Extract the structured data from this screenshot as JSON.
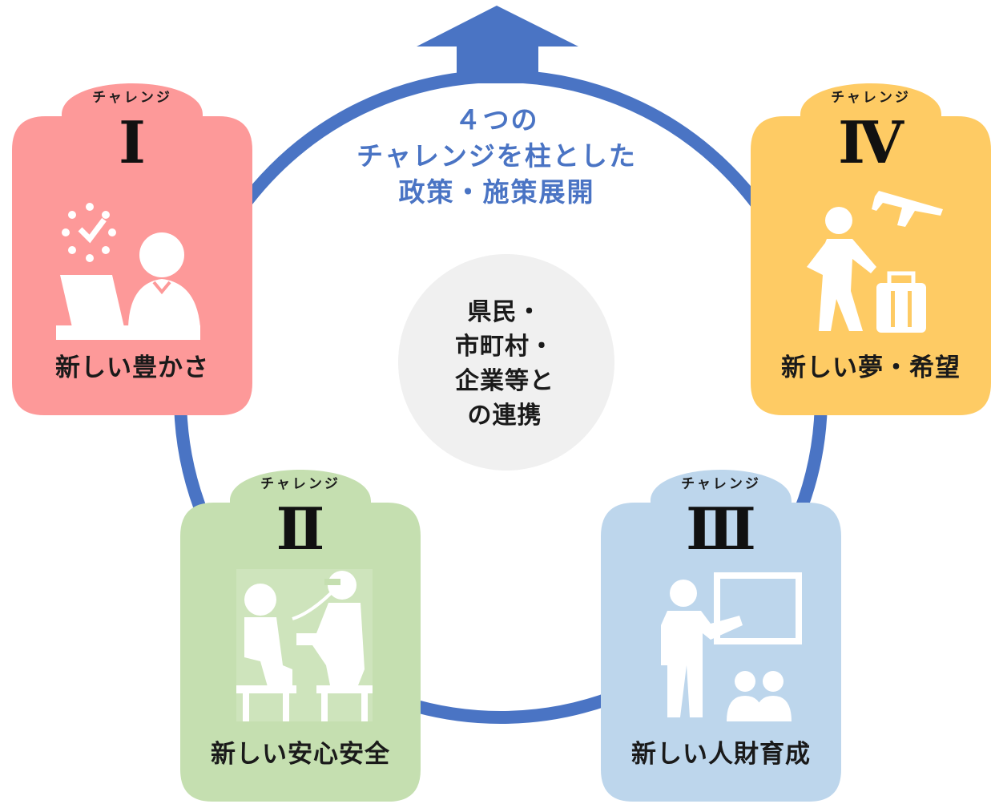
{
  "headline": "４つの\nチャレンジを柱とした\n政策・施策展開",
  "center": "県民・\n市町村・\n企業等と\nの連携",
  "colors": {
    "ring": "#4a74c4",
    "center_circle": "#f0f0f0",
    "card_1": "#fd9999",
    "card_2": "#c5dfb0",
    "card_3": "#bdd6ec",
    "card_4": "#fecb64"
  },
  "cards": [
    {
      "challenge": "チャレンジ",
      "numeral": "Ⅰ",
      "label": "新しい豊かさ",
      "icon": "desk-worker-clock-icon"
    },
    {
      "challenge": "チャレンジ",
      "numeral": "Ⅱ",
      "label": "新しい安心安全",
      "icon": "doctor-patient-icon"
    },
    {
      "challenge": "チャレンジ",
      "numeral": "Ⅲ",
      "label": "新しい人財育成",
      "icon": "teacher-students-icon"
    },
    {
      "challenge": "チャレンジ",
      "numeral": "Ⅳ",
      "label": "新しい夢・希望",
      "icon": "traveler-airplane-icon"
    }
  ]
}
